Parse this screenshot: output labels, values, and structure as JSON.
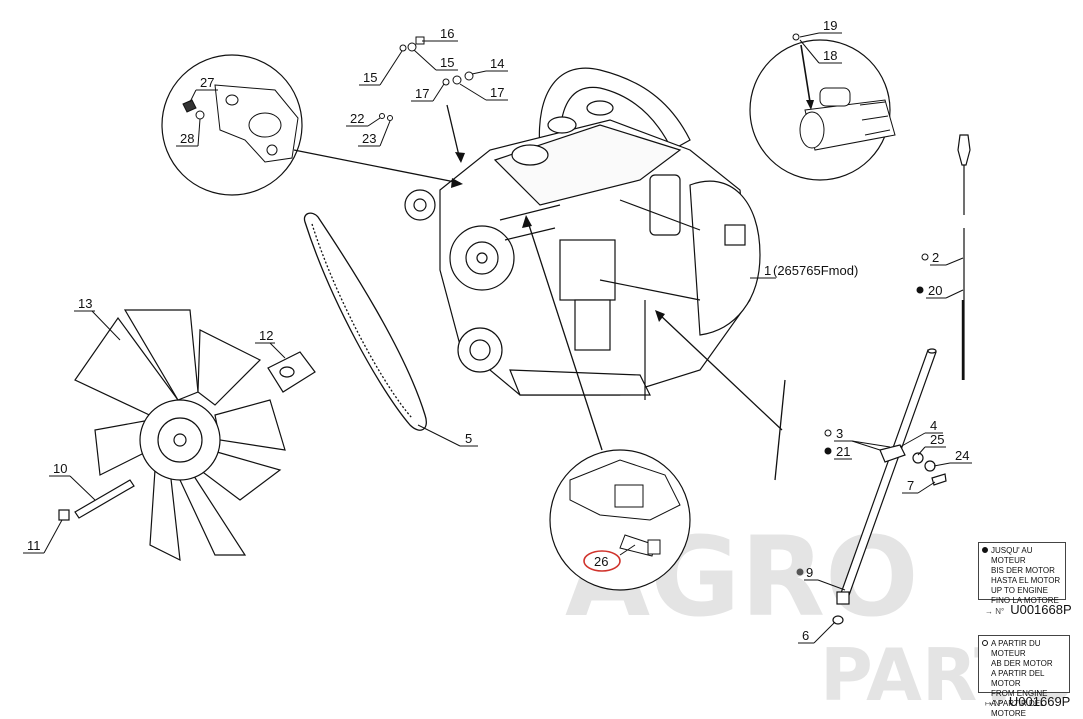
{
  "callouts": {
    "c1": "1",
    "c1_ref": "(265765Fmod)",
    "c2": "2",
    "c3": "3",
    "c4": "4",
    "c5": "5",
    "c6": "6",
    "c7": "7",
    "c9": "9",
    "c10": "10",
    "c11": "11",
    "c12": "12",
    "c13": "13",
    "c14": "14",
    "c15a": "15",
    "c15b": "15",
    "c16": "16",
    "c17a": "17",
    "c17b": "17",
    "c18": "18",
    "c19": "19",
    "c20": "20",
    "c21": "21",
    "c22": "22",
    "c23": "23",
    "c24": "24",
    "c25": "25",
    "c26": "26",
    "c27": "27",
    "c28": "28"
  },
  "legend_until": {
    "lines": [
      "JUSQU' AU MOTEUR",
      "BIS DER MOTOR",
      "HASTA EL MOTOR",
      "UP TO ENGINE",
      "FINO LA MOTORE"
    ],
    "serial_prefix": "→ N°",
    "serial": "U001668P"
  },
  "legend_from": {
    "lines": [
      "A PARTIR DU MOTEUR",
      "AB DER MOTOR",
      "A PARTIR DEL MOTOR",
      "FROM ENGINE",
      "A PARTIR DEL MOTORE"
    ],
    "serial_prefix": "↦ N°",
    "serial": "U001669P"
  },
  "watermark": {
    "line1": "AGRO",
    "line2": "PARTS"
  },
  "colors": {
    "line": "#111111",
    "highlight": "#d0332c",
    "watermark": "#e4e4e4"
  }
}
